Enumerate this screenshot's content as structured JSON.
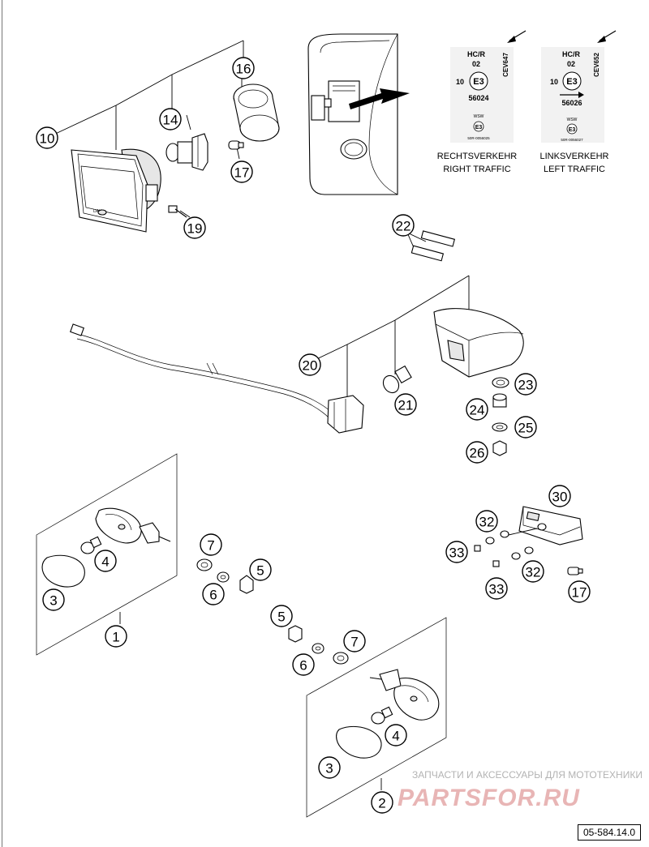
{
  "diagram": {
    "callouts": {
      "c10": "10",
      "c14": "14",
      "c16": "16",
      "c17a": "17",
      "c19": "19",
      "c22": "22",
      "c20": "20",
      "c21": "21",
      "c23": "23",
      "c24": "24",
      "c25": "25",
      "c26": "26",
      "c30": "30",
      "c32a": "32",
      "c33a": "33",
      "c33b": "33",
      "c32b": "32",
      "c17b": "17",
      "c7a": "7",
      "c5a": "5",
      "c6a": "6",
      "c4a": "4",
      "c3a": "3",
      "c1": "1",
      "c5b": "5",
      "c6b": "6",
      "c7b": "7",
      "c4b": "4",
      "c3b": "3",
      "c2": "2"
    },
    "homologation_labels": [
      {
        "code": "CEV647",
        "hcr": "HC/R",
        "num": "02",
        "left_num": "10",
        "e_mark": "E3",
        "approval": "56024",
        "wsw": "WSW",
        "sub_mark": "E3",
        "small_code": "50R-0056025",
        "traffic_de": "RECHTSVERKEHR",
        "traffic_en": "RIGHT TRAFFIC"
      },
      {
        "code": "CEV652",
        "hcr": "HC/R",
        "num": "02",
        "left_num": "10",
        "e_mark": "E3",
        "approval": "56026",
        "wsw": "WSW",
        "sub_mark": "E3",
        "small_code": "50R-0056027",
        "traffic_de": "LINKSVERKEHR",
        "traffic_en": "LEFT TRAFFIC"
      }
    ],
    "drawing_code": "05-584.14.0"
  },
  "watermark": {
    "tagline": "ЗАПЧАСТИ И АКСЕССУАРЫ ДЛЯ МОТОТЕХНИКИ",
    "logo": "PARTSFOR.RU"
  },
  "colors": {
    "line": "#000000",
    "watermark_logo": "#e8b5b5",
    "watermark_text": "#b3b3b3"
  }
}
